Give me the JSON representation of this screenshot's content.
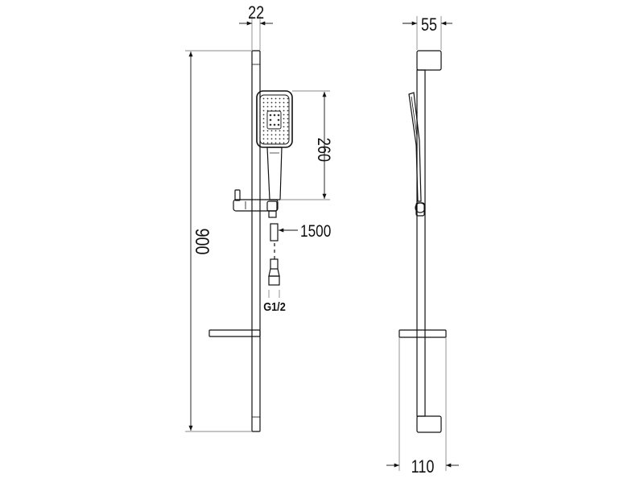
{
  "dimensions": {
    "front_width": "22",
    "side_depth": "55",
    "total_height": "900",
    "hand_shower_height": "260",
    "hose_length": "1500",
    "connection_thread": "G1/2",
    "base_width": "110"
  },
  "colors": {
    "line": "#111111",
    "dim_line": "#555555",
    "extension": "#9a9a9a",
    "background": "#ffffff"
  }
}
